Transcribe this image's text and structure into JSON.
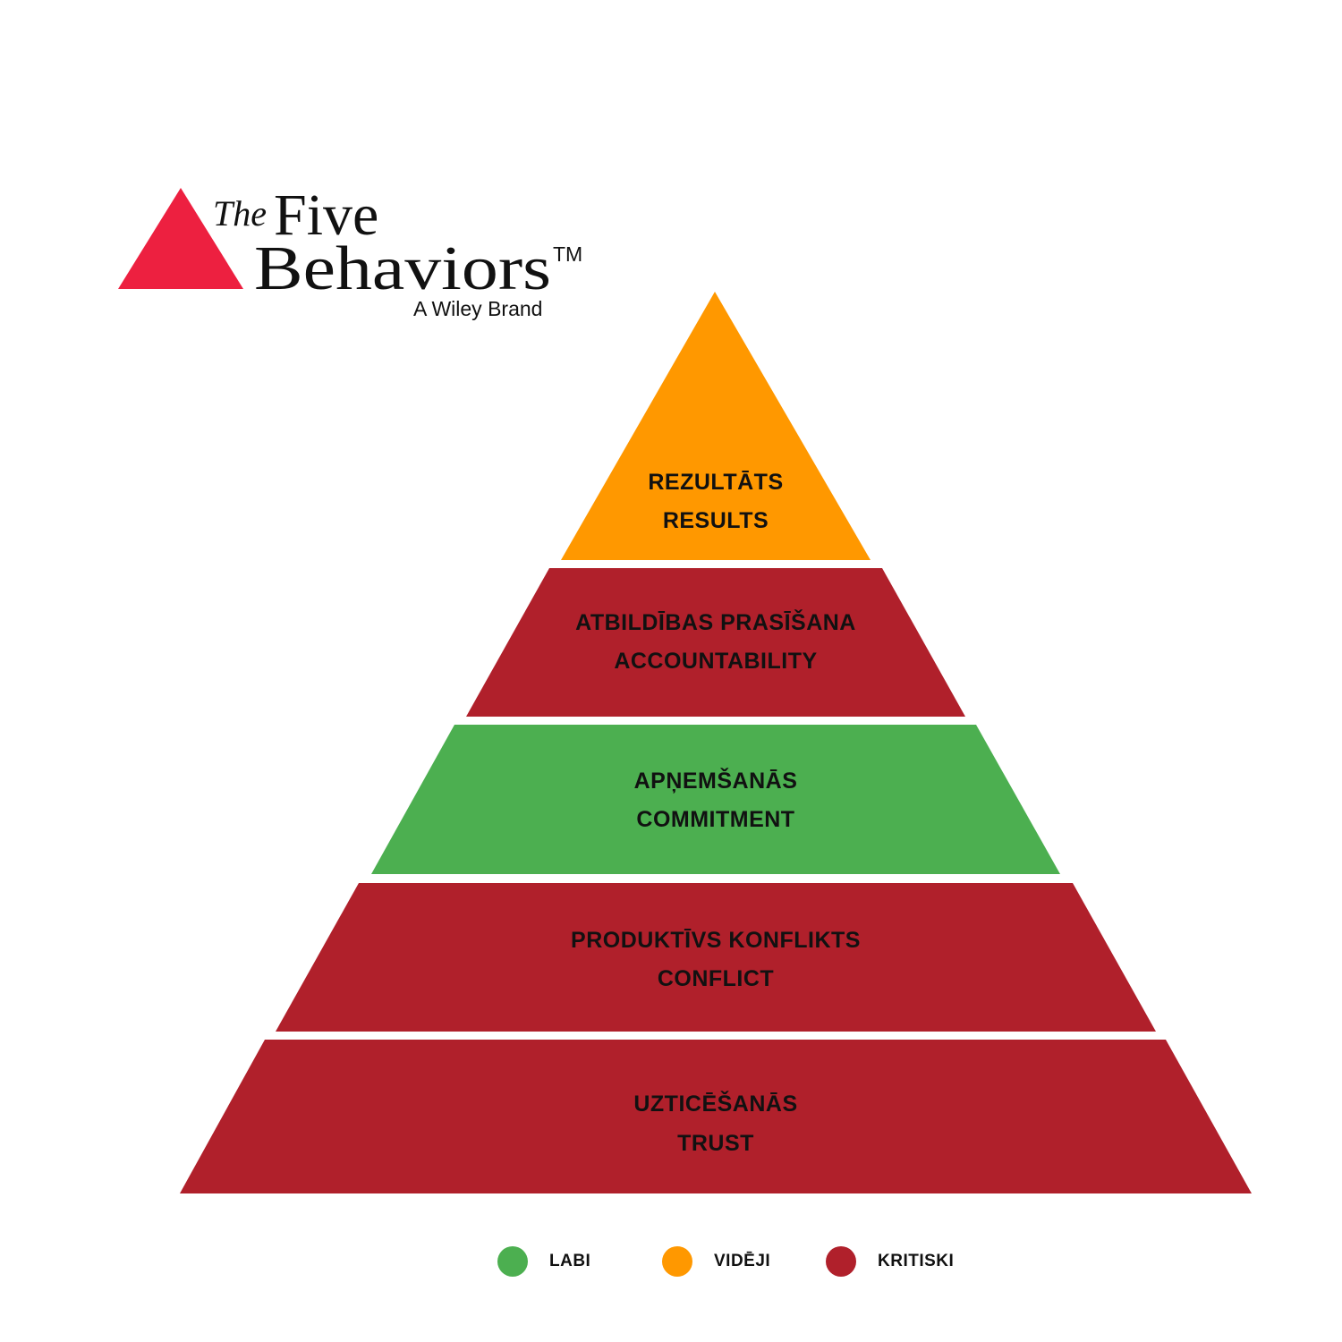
{
  "logo": {
    "the": "The",
    "five": "Five",
    "behaviors": "Behaviors",
    "tm": "TM",
    "brand": "A Wiley Brand",
    "color": "#ED2040"
  },
  "colors": {
    "labi": "#4CAF50",
    "videji": "#FF9800",
    "kritiski": "#B0202B"
  },
  "tiers": [
    {
      "lv": "REZULTĀTS",
      "en": "RESULTS",
      "status": "videji"
    },
    {
      "lv": "ATBILDĪBAS PRASĪŠANA",
      "en": "ACCOUNTABILITY",
      "status": "kritiski"
    },
    {
      "lv": "APŅEMŠANĀS",
      "en": "COMMITMENT",
      "status": "labi"
    },
    {
      "lv": "PRODUKTĪVS KONFLIKTS",
      "en": "CONFLICT",
      "status": "kritiski"
    },
    {
      "lv": "UZTICĒŠANĀS",
      "en": "TRUST",
      "status": "kritiski"
    }
  ],
  "legend": [
    {
      "label": "LABI",
      "status": "labi"
    },
    {
      "label": "VIDĒJI",
      "status": "videji"
    },
    {
      "label": "KRITISKI",
      "status": "kritiski"
    }
  ]
}
